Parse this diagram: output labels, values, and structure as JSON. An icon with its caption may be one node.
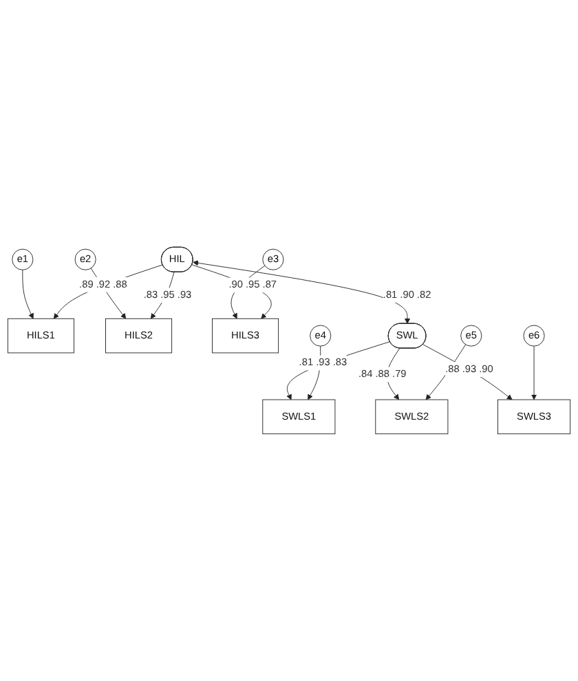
{
  "diagram": {
    "nodes": [
      {
        "text": [
          "e1"
        ]
      },
      {
        "text": [
          "e2"
        ]
      },
      {
        "text": [
          "e3"
        ]
      },
      {
        "text": [
          "HILS1"
        ]
      },
      {
        "text": [
          "HILS2"
        ]
      },
      {
        "text": [
          "HILS3"
        ]
      },
      {
        "text": [
          "HIL"
        ]
      },
      {
        "text": [
          "SWL"
        ]
      },
      {
        "text": [
          "SWLS1"
        ]
      },
      {
        "text": [
          "SWLS2"
        ]
      },
      {
        "text": [
          "SWLS3"
        ]
      },
      {
        "text": [
          "e4"
        ]
      },
      {
        "text": [
          "e5"
        ]
      },
      {
        "text": [
          "e6"
        ]
      }
    ],
    "edges": [
      {
        "from": 0,
        "to": 3,
        "arrow": "to"
      },
      {
        "from": 1,
        "to": 4,
        "arrow": "to"
      },
      {
        "from": 2,
        "to": 5,
        "arrow": "to"
      },
      {
        "from": 6,
        "to": 3,
        "arrow": "to",
        "label": ".89 .92 .88"
      },
      {
        "from": 6,
        "to": 4,
        "arrow": "to",
        "label": ".83 .95 .93"
      },
      {
        "from": 6,
        "to": 5,
        "arrow": "to",
        "label": ".90 .95 .87"
      },
      {
        "from": 6,
        "to": 7,
        "arrow": "both",
        "label": ".81 .90 .82"
      },
      {
        "from": 7,
        "to": 8,
        "arrow": "to",
        "label": ".81 .93 .83"
      },
      {
        "from": 7,
        "to": 9,
        "arrow": "to",
        "label": ".84 .88 .79"
      },
      {
        "from": 7,
        "to": 10,
        "arrow": "to",
        "label": ".88 .93 .90"
      },
      {
        "from": 11,
        "to": 8,
        "arrow": "to"
      },
      {
        "from": 12,
        "to": 9,
        "arrow": "to"
      },
      {
        "from": 13,
        "to": 10,
        "arrow": "to"
      }
    ]
  }
}
